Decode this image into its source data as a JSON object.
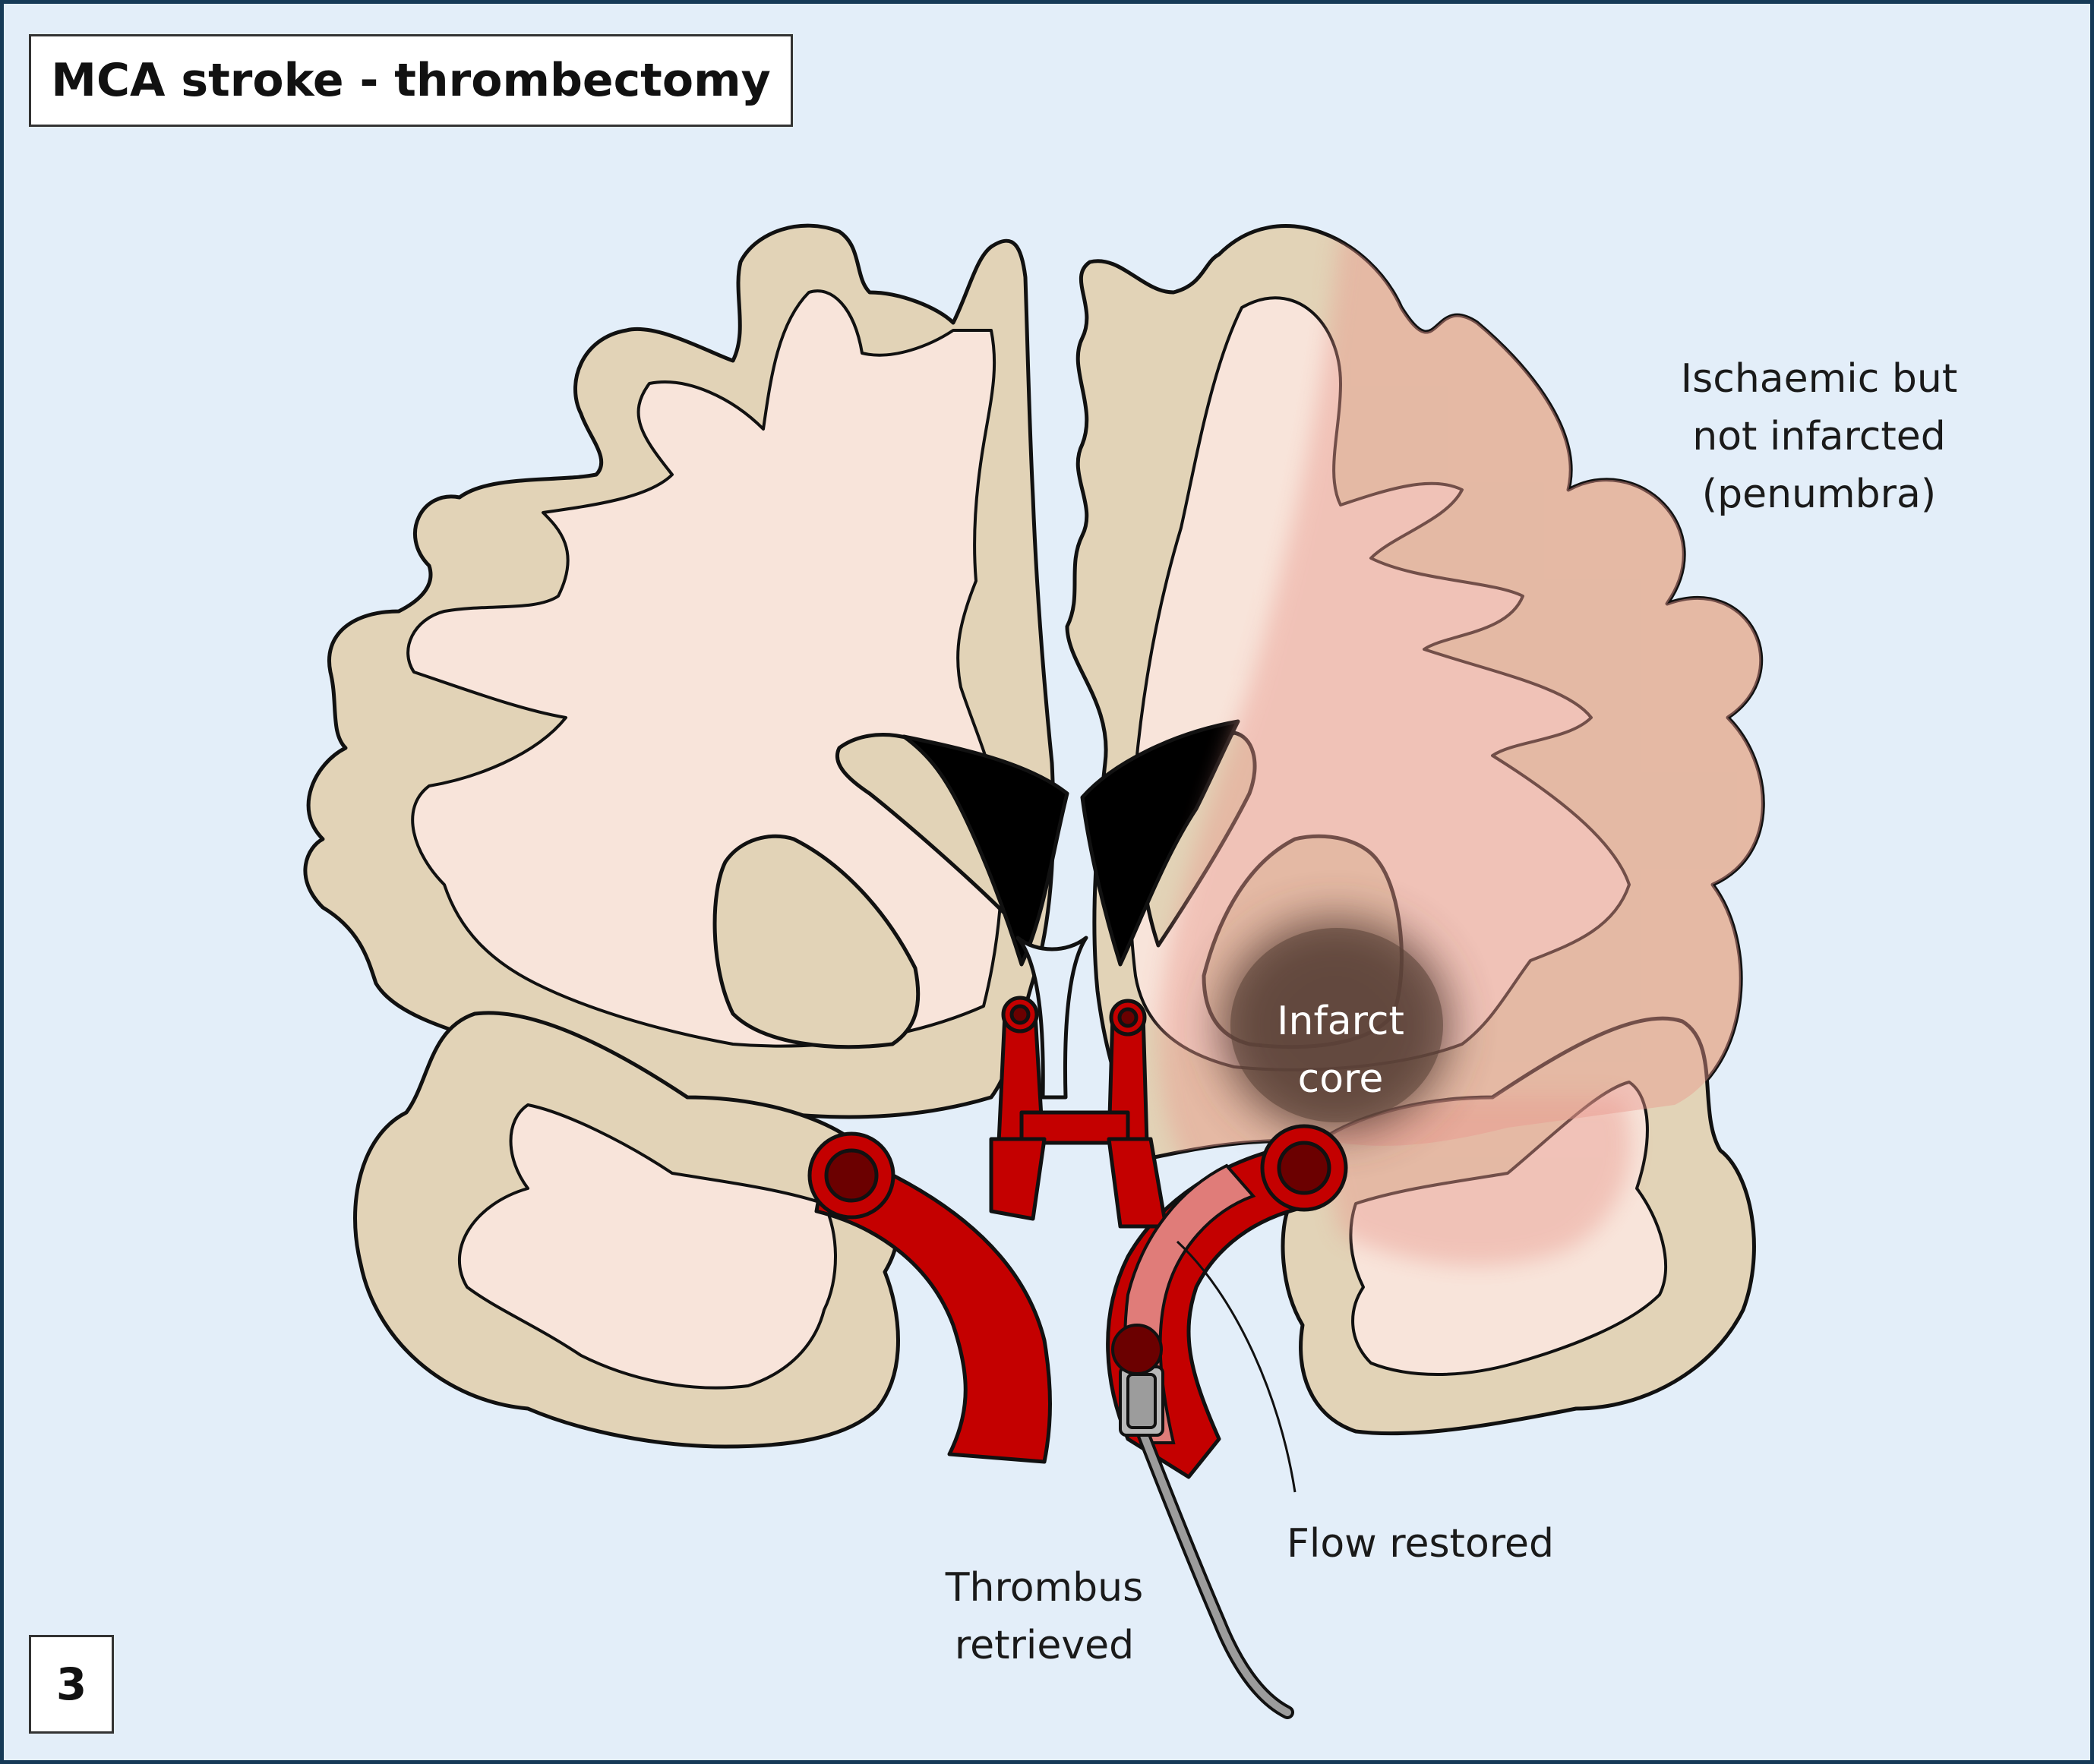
{
  "title": "MCA stroke - thrombectomy",
  "step_number": "3",
  "labels": {
    "penumbra": "Ischaemic but\nnot infarcted\n(penumbra)",
    "infarct_core": "Infarct\ncore",
    "flow_restored": "Flow restored",
    "thrombus_retrieved": "Thrombus\nretrieved"
  },
  "colors": {
    "background": "#e3eef9",
    "frame": "#163a57",
    "grey_matter": "#e2d3b7",
    "white_matter": "#f8e4da",
    "penumbra": "#e89a8e",
    "infarct_core": "#5a4137",
    "ventricles": "#000000",
    "artery": "#c40000",
    "artery_lumen": "#6b0000",
    "catheter": "#9c9c9c"
  }
}
